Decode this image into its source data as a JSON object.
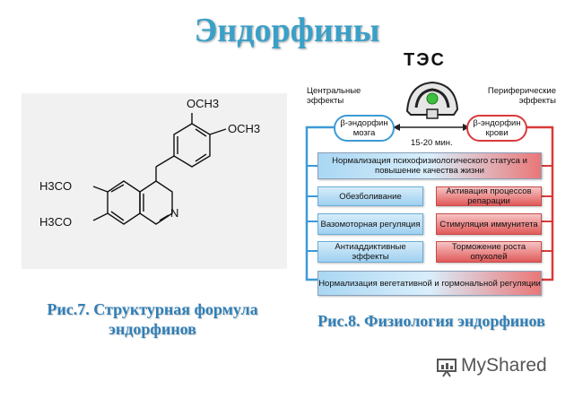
{
  "title": "Эндорфины",
  "left": {
    "atoms": {
      "och3_top": "OCH3",
      "och3_right": "OCH3",
      "h3co_top": "H3CO",
      "h3co_bottom": "H3CO",
      "n": "N"
    },
    "caption_line1": "Рис.7. Структурная формула",
    "caption_line2": "эндорфинов"
  },
  "right": {
    "tes": "ТЭС",
    "central_label": "Центральные эффекты",
    "peripheral_label": "Периферические эффекты",
    "brain": "β-эндорфин мозга",
    "blood": "β-эндорфин крови",
    "time": "15-20 мин.",
    "row1": "Нормализация психофизиологического статуса и повышение качества жизни",
    "left_boxes": [
      "Обезболивание",
      "Вазомоторная регуляция",
      "Антиаддиктивные эффекты"
    ],
    "right_boxes": [
      "Активация процессов репарации",
      "Стимуляция иммунитета",
      "Торможение роста опухолей"
    ],
    "row_last": "Нормализация вегетативной и гормональной регуляции",
    "caption": "Рис.8. Физиология эндорфинов"
  },
  "watermark": "MyShared",
  "colors": {
    "title": "#3aa0c8",
    "caption": "#2f7fb8",
    "blue_line": "#3d9ad6",
    "red_line": "#d93a3a"
  }
}
